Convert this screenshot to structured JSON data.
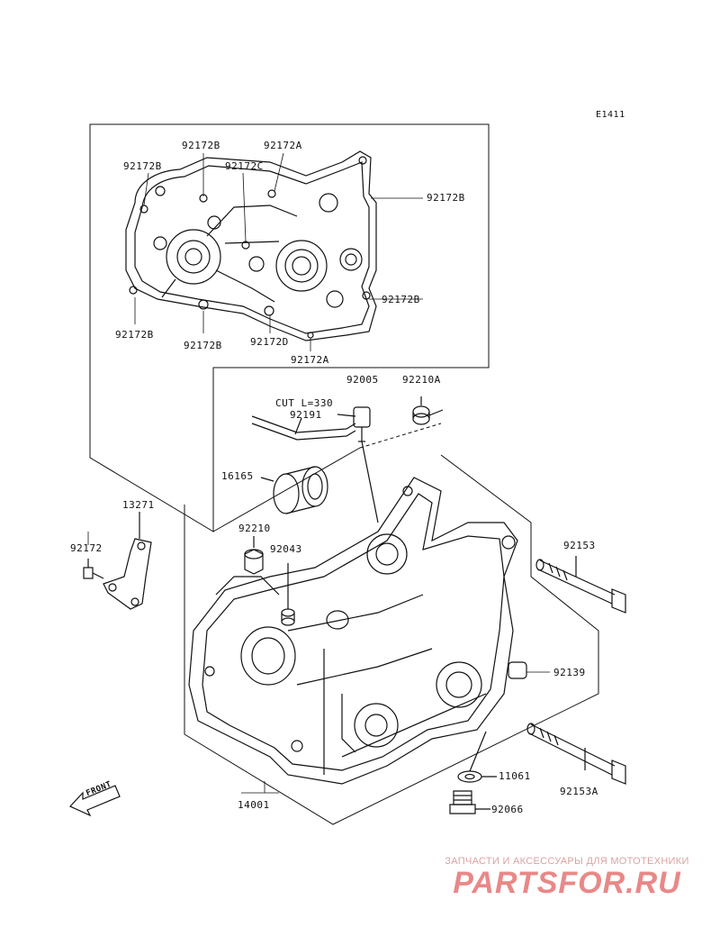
{
  "diagram_code": "E1411",
  "cover_labels": {
    "a": "92172B",
    "b": "92172A",
    "c": "92172B",
    "d": "92172C",
    "e": "92172B",
    "f": "92172B",
    "g": "92172B",
    "h": "92172B",
    "i": "92172D",
    "j": "92172A"
  },
  "oil_labels": {
    "cut": "CUT L=330",
    "hose": "92191",
    "fitting": "92005",
    "plug": "92210A",
    "bearing": "16165"
  },
  "case_labels": {
    "bracket": "13271",
    "screw": "92172",
    "nut": "92210",
    "dowel": "92043",
    "bolt_top": "92153",
    "bolt_group": "92139",
    "washer": "11061",
    "drain_bolt": "92066",
    "bolt_bottom": "92153A",
    "crankcase": "14001"
  },
  "front_label": "FRONT",
  "watermark": {
    "caption": "ЗАПЧАСТИ И АКСЕССУАРЫ ДЛЯ МОТОТЕХНИКИ",
    "logo": "PARTSFOR.RU"
  }
}
